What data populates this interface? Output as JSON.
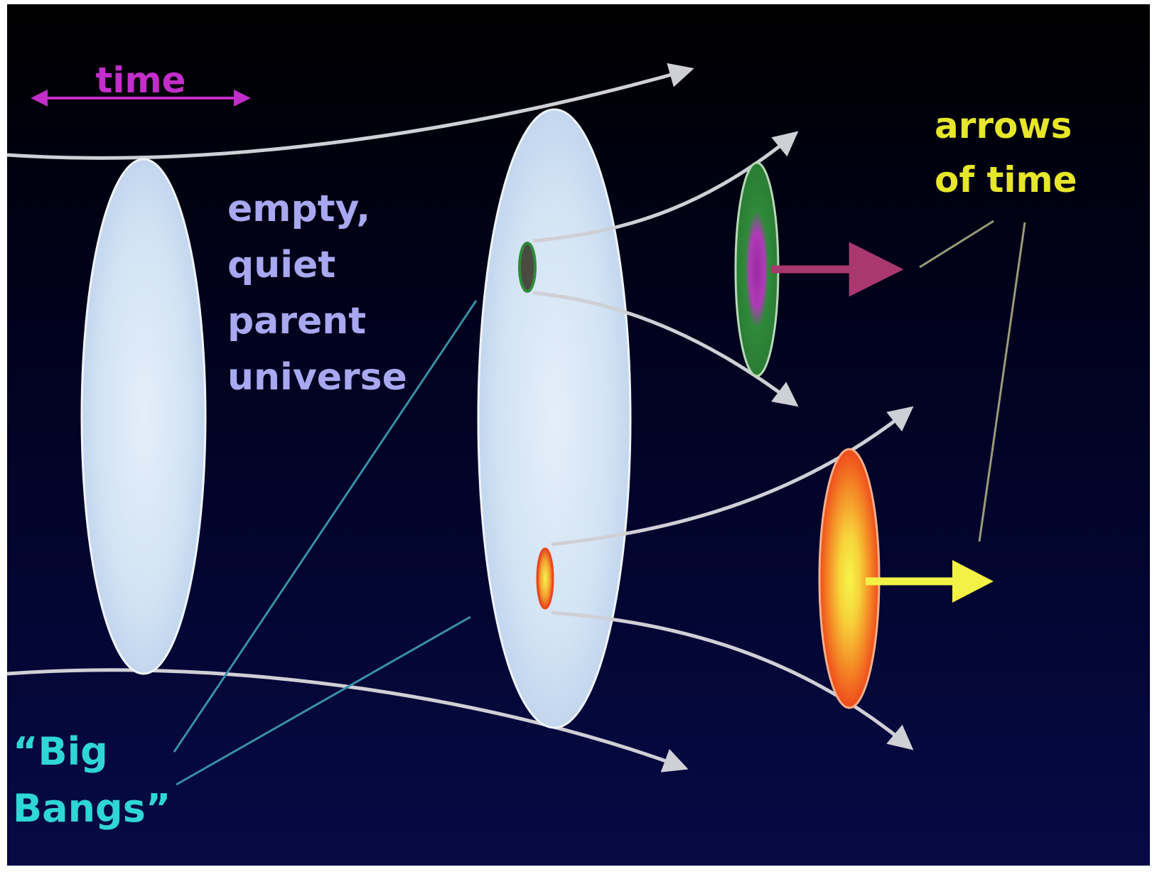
{
  "labels": {
    "time": "time",
    "parent_universe": [
      "empty,",
      "quiet",
      "parent",
      "universe"
    ],
    "arrows_of_time": [
      "arrows",
      "of time"
    ],
    "big_bangs": [
      "“Big",
      "Bangs”"
    ]
  },
  "colors": {
    "background_top": "#000000",
    "background_bottom": "#050a45",
    "time_label": "#c22ec9",
    "parent_universe_label": "#a8a8f0",
    "arrows_of_time_label": "#e6e62a",
    "big_bangs_label": "#2fd6d6",
    "worldline": "#cfcfd6",
    "slice_fill": "#d7e6f5",
    "green_universe": "#2f8a3a",
    "magenta_arrow": "#a8386e",
    "yellow_arrow": "#f2f246",
    "orange_universe": "#f0501e"
  }
}
